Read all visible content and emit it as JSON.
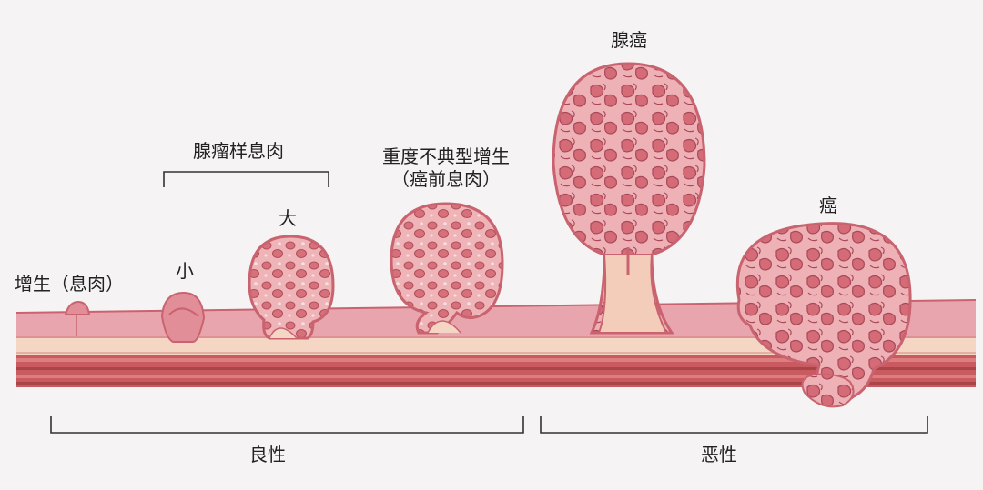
{
  "labels": {
    "hyperplasia": "增生（息肉）",
    "adenoma_group": "腺瘤样息肉",
    "small": "小",
    "large": "大",
    "dysplasia_line1": "重度不典型增生",
    "dysplasia_line2": "（癌前息肉）",
    "adenocarcinoma": "腺癌",
    "cancer": "癌",
    "benign": "良性",
    "malignant": "恶性"
  },
  "colors": {
    "background": "#f5f3f3",
    "mucosa": "#e9a5ad",
    "mucosa_edge": "#c9636f",
    "submucosa": "#f5d6c4",
    "muscle": "#c95a5f",
    "muscle_dark": "#a94448",
    "polyp_fill": "#efb4b8",
    "polyp_spot": "#d6707a",
    "bracket": "#333333"
  }
}
